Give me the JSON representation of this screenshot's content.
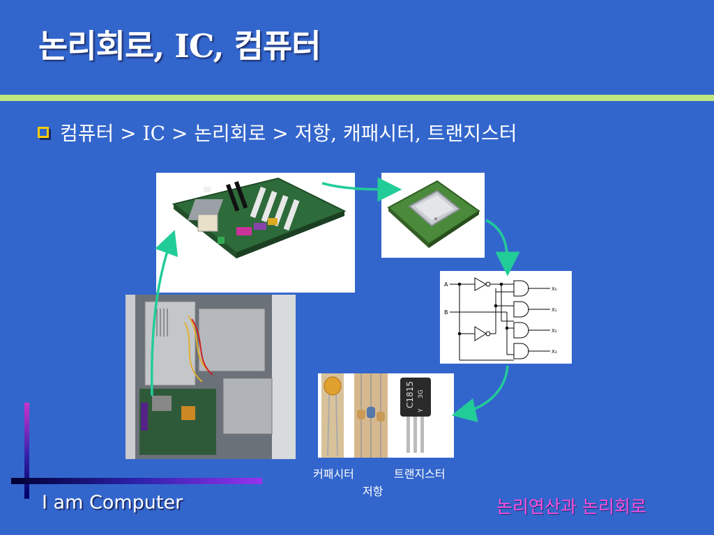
{
  "slide": {
    "title": "논리회로, IC, 컴퓨터",
    "bullet": "컴퓨터 > IC > 논리회로 > 저항, 캐패시터, 트랜지스터",
    "images": {
      "transistor_marking_top": "C1815",
      "transistor_marking_mid": "Y",
      "transistor_marking_side": "3G",
      "logic_inputs": [
        "A",
        "B"
      ],
      "logic_outputs": [
        "X₀",
        "X₁",
        "X₂",
        "X₃"
      ]
    },
    "captions": {
      "capacitor": "커패시터",
      "transistor": "트랜지스터",
      "resistor": "저항"
    },
    "footer": {
      "left": "I am Computer",
      "right": "논리연산과 논리회로"
    }
  },
  "colors": {
    "background": "#3366cc",
    "title_rule": "#bfe67f",
    "bullet": "#ffcc00",
    "arrow": "#22cc99",
    "footer_right": "#ff4fe0"
  }
}
